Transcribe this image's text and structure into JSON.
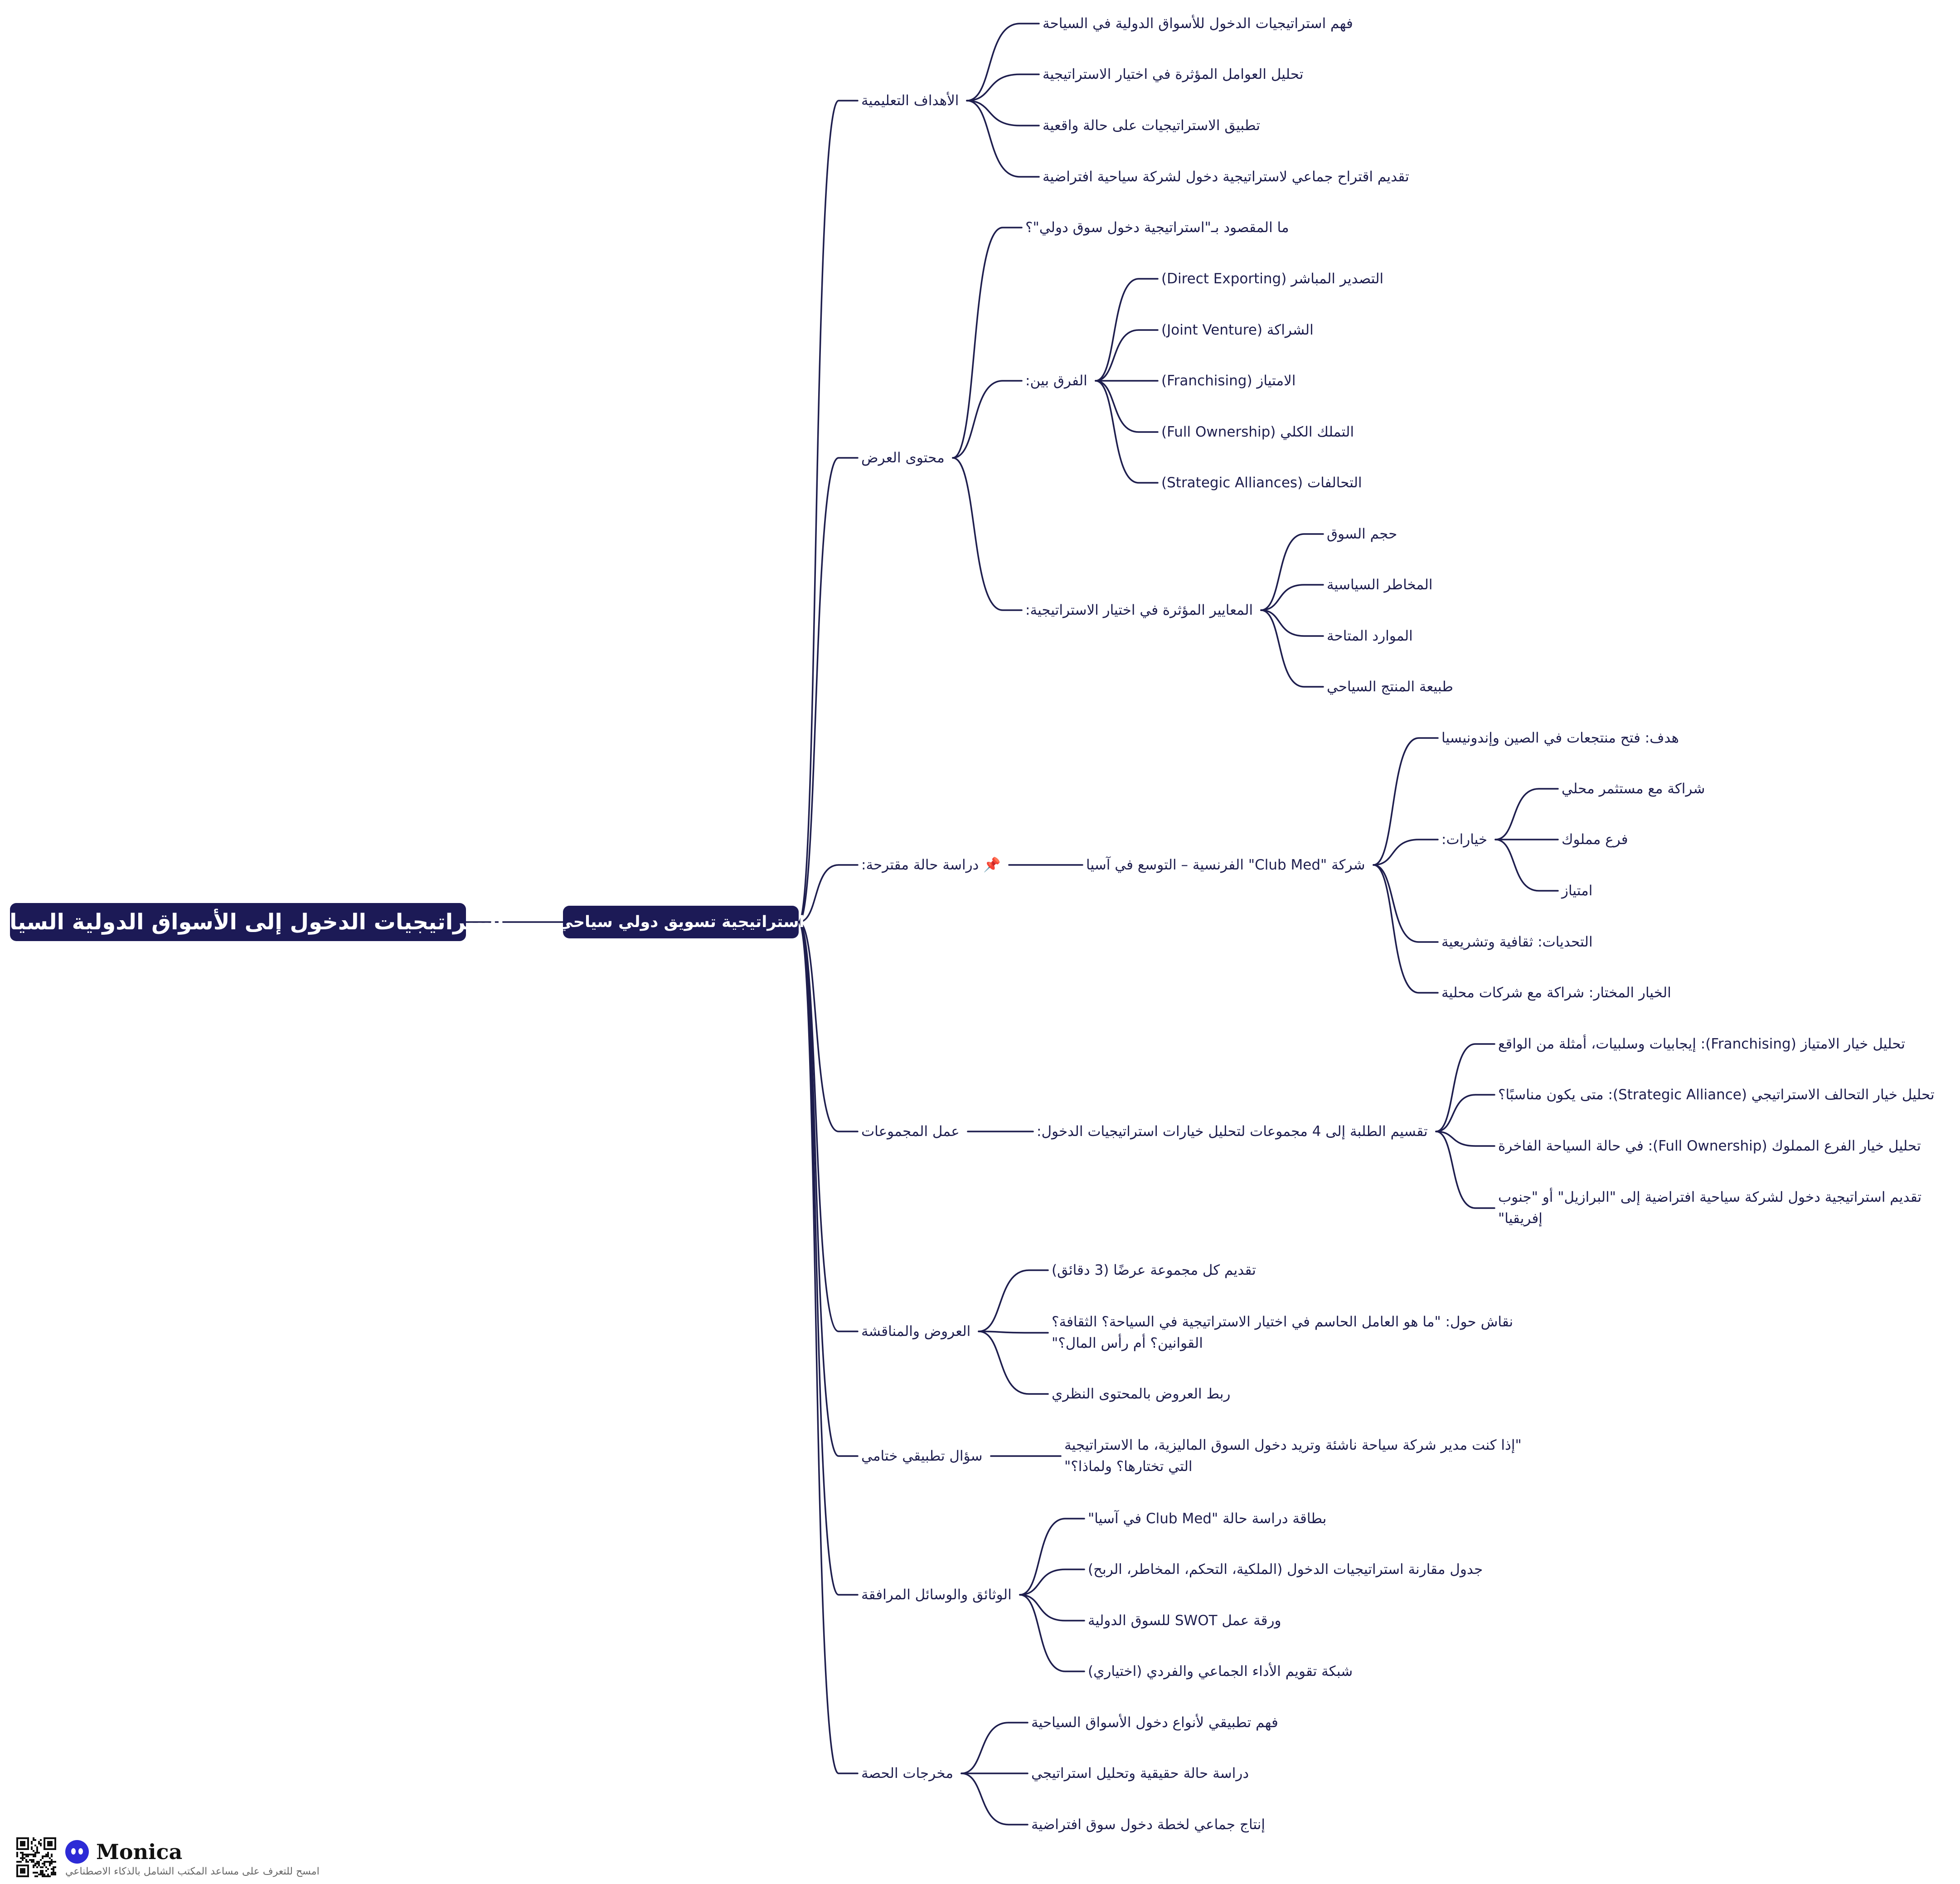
{
  "root_title": "استراتيجيات الدخول إلى الأسواق الدولية السياحية",
  "center_title": "استراتيجية تسويق دولي سياحي",
  "nodes": {
    "g1": "الأهداف التعليمية",
    "g1c1": "فهم استراتيجيات الدخول للأسواق الدولية في السياحة",
    "g1c2": "تحليل العوامل المؤثرة في اختيار الاستراتيجية",
    "g1c3": "تطبيق الاستراتيجيات على حالة واقعية",
    "g1c4": "تقديم اقتراح جماعي لاستراتيجية دخول لشركة سياحية افتراضية",
    "g2": "محتوى العرض",
    "g2c1": "ما المقصود بـ\"استراتيجية دخول سوق دولي\"؟",
    "g2c2": "الفرق بين:",
    "g2c2a": "التصدير المباشر (Direct Exporting)",
    "g2c2b": "الشراكة (Joint Venture)",
    "g2c2c": "الامتياز (Franchising)",
    "g2c2d": "التملك الكلي (Full Ownership)",
    "g2c2e": "التحالفات (Strategic Alliances)",
    "g2c3": "المعايير المؤثرة في اختيار الاستراتيجية:",
    "g2c3a": "حجم السوق",
    "g2c3b": "المخاطر السياسية",
    "g2c3c": "الموارد المتاحة",
    "g2c3d": "طبيعة المنتج السياحي",
    "g3": "📌 دراسة حالة مقترحة:",
    "g3c1": "شركة \"Club Med\" الفرنسية – التوسع في آسيا",
    "g3c1a": "هدف: فتح منتجعات في الصين وإندونيسيا",
    "g3c1b": "خيارات:",
    "g3c1b1": "شراكة مع مستثمر محلي",
    "g3c1b2": "فرع مملوك",
    "g3c1b3": "امتياز",
    "g3c1c": "التحديات: ثقافية وتشريعية",
    "g3c1d": "الخيار المختار: شراكة مع شركات محلية",
    "g4": "عمل المجموعات",
    "g4c1": "تقسيم الطلبة إلى 4 مجموعات لتحليل خيارات استراتيجيات الدخول:",
    "g4c1a": "تحليل خيار الامتياز (Franchising): إيجابيات وسلبيات، أمثلة من الواقع",
    "g4c1b": "تحليل خيار التحالف الاستراتيجي (Strategic Alliance): متى يكون مناسبًا؟",
    "g4c1c": "تحليل خيار الفرع المملوك (Full Ownership): في حالة السياحة الفاخرة",
    "g4c1d": "تقديم استراتيجية دخول لشركة سياحية افتراضية إلى \"البرازيل\" أو \"جنوب إفريقيا\"",
    "g5": "العروض والمناقشة",
    "g5c1": "تقديم كل مجموعة عرضًا (3 دقائق)",
    "g5c2": "نقاش حول: \"ما هو العامل الحاسم في اختيار الاستراتيجية في السياحة؟ الثقافة؟ القوانين؟ أم رأس المال؟\"",
    "g5c3": "ربط العروض بالمحتوى النظري",
    "g6": "سؤال تطبيقي ختامي",
    "g6c1": "\"إذا كنت مدير شركة سياحة ناشئة وتريد دخول السوق الماليزية، ما الاستراتيجية التي تختارها؟ ولماذا؟\"",
    "g7": "الوثائق والوسائل المرافقة",
    "g7c1": "بطاقة دراسة حالة \"Club Med في آسيا\"",
    "g7c2": "جدول مقارنة استراتيجيات الدخول (الملكية، التحكم، المخاطر، الربح)",
    "g7c3": "ورقة عمل SWOT للسوق الدولية",
    "g7c4": "شبكة تقويم الأداء الجماعي والفردي (اختياري)",
    "g8": "مخرجات الحصة",
    "g8c1": "فهم تطبيقي لأنواع دخول الأسواق السياحية",
    "g8c2": "دراسة حالة حقيقية وتحليل استراتيجي",
    "g8c3": "إنتاج جماعي لخطة دخول سوق افتراضية"
  },
  "footer": {
    "brand": "Monica",
    "tagline": "امسح للتعرف على مساعد المكتب الشامل بالذكاء الاصطناعي"
  },
  "colors": {
    "node_fill": "#1c1a56",
    "edge": "#1e1e4e",
    "text": "#1e1e4e"
  }
}
